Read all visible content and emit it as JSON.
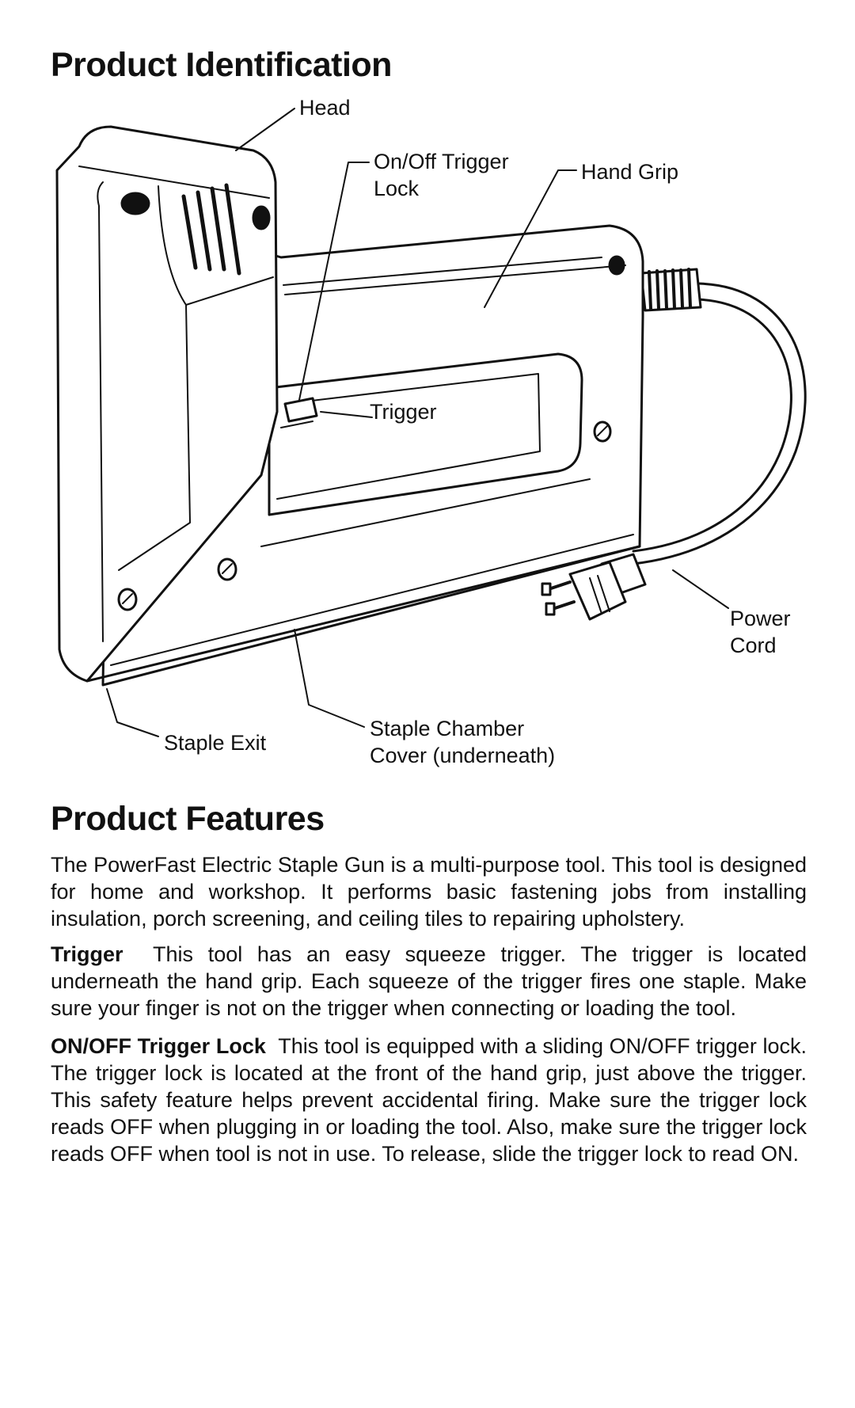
{
  "sections": {
    "identification_title": "Product Identification",
    "features_title": "Product Features"
  },
  "diagram": {
    "labels": {
      "head": "Head",
      "trigger_lock": "On/Off Trigger\nLock",
      "hand_grip": "Hand Grip",
      "trigger": "Trigger",
      "power_cord": "Power\nCord",
      "staple_exit": "Staple Exit",
      "staple_chamber": "Staple Chamber\nCover (underneath)"
    }
  },
  "features": {
    "intro": "The PowerFast Electric Staple Gun is a multi-purpose tool. This tool is designed for home and workshop. It performs basic fastening jobs from installing insulation, porch screening, and ceiling tiles to repairing upholstery.",
    "trigger_heading": "Trigger",
    "trigger_text": "This tool has an easy squeeze trigger. The trigger is located underneath the hand grip. Each squeeze of the trigger fires one staple. Make sure your finger is not on the trigger when connecting or loading the tool.",
    "lock_heading": "ON/OFF Trigger Lock",
    "lock_text": "This tool is equipped with a sliding ON/OFF trigger lock. The trigger lock is located at the front of the hand grip, just above the trigger. This safety feature helps prevent accidental firing. Make sure the trigger lock reads OFF when plugging in or loading the tool. Also, make sure the trigger lock reads OFF when tool is not in use. To release, slide the trigger lock to read ON."
  }
}
